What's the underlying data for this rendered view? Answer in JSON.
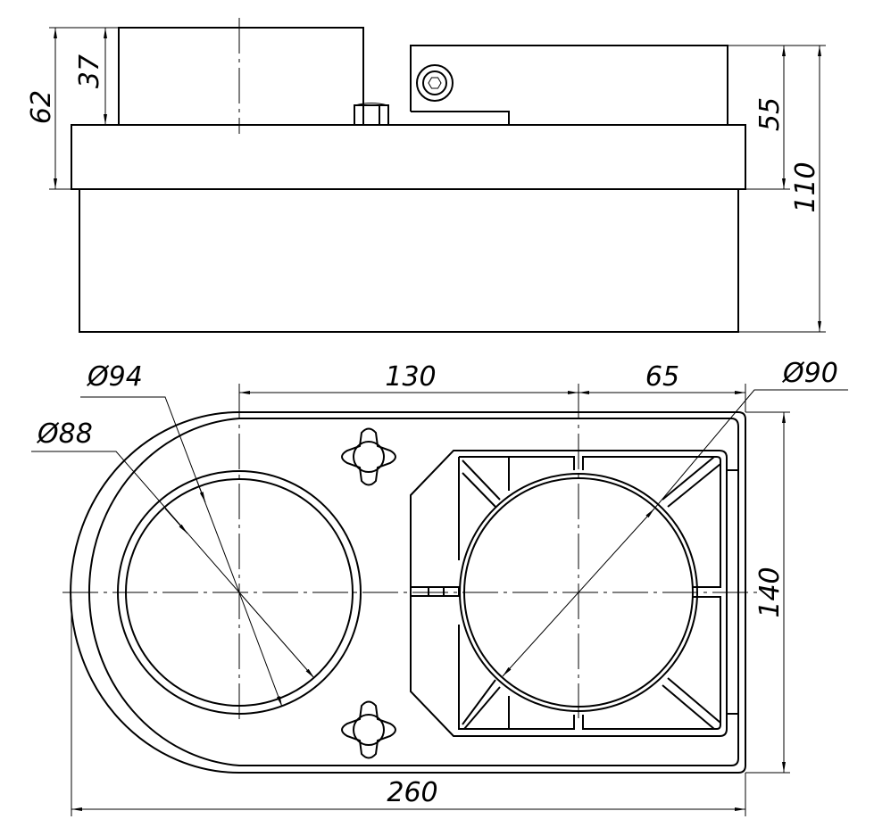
{
  "drawing": {
    "side_view": {
      "dimensions": {
        "d62": "62",
        "d37": "37",
        "d55": "55",
        "d110": "110"
      }
    },
    "plan_view": {
      "dimensions": {
        "d130": "130",
        "d65": "65",
        "d140": "140",
        "d260": "260",
        "dia94": "Ø94",
        "dia88": "Ø88",
        "dia90": "Ø90"
      }
    }
  }
}
